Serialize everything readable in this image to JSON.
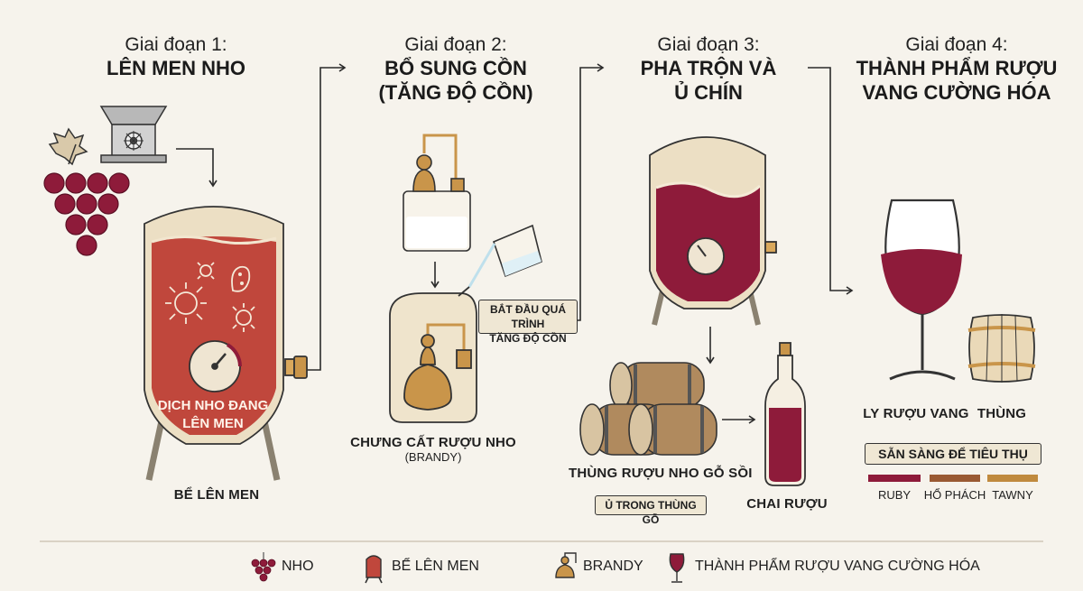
{
  "stages": [
    {
      "number": "Giai đoạn 1:",
      "title_lines": [
        "LÊN MEN NHO"
      ]
    },
    {
      "number": "Giai đoạn 2:",
      "title_lines": [
        "BỔ SUNG CỒN",
        "(TĂNG ĐỘ CỒN)"
      ]
    },
    {
      "number": "Giai đoạn 3:",
      "title_lines": [
        "PHA TRỘN VÀ",
        "Ủ CHÍN"
      ]
    },
    {
      "number": "Giai đoạn 4:",
      "title_lines": [
        "THÀNH PHẨM RƯỢU",
        "VANG CƯỜNG HÓA"
      ]
    }
  ],
  "labels": {
    "tank_inner_line1": "DỊCH NHO ĐANG",
    "tank_inner_line2": "LÊN MEN",
    "tank": "BỂ LÊN MEN",
    "distill_line1": "CHƯNG CẤT RƯỢU NHO",
    "distill_line2": "(BRANDY)",
    "fortify_badge_line1": "BẮT ĐẦU QUÁ TRÌNH",
    "fortify_badge_line2": "TĂNG ĐỘ CỒN",
    "barrels": "THÙNG RƯỢU NHO GỖ SỒI",
    "aging_badge": "Ủ TRONG THÙNG GỖ",
    "bottle": "CHAI RƯỢU",
    "glass": "LY RƯỢU VANG",
    "barrel_small": "THÙNG",
    "ready": "SẴN SÀNG ĐỂ TIÊU THỤ"
  },
  "styles": [
    {
      "name": "RUBY",
      "color": "#8e1b3a"
    },
    {
      "name": "HỔ PHÁCH",
      "color": "#9a5a33"
    },
    {
      "name": "TAWNY",
      "color": "#c08a3e"
    }
  ],
  "legend": [
    {
      "icon": "grape-icon",
      "label": "NHO"
    },
    {
      "icon": "tank-icon",
      "label": "BỂ LÊN MEN"
    },
    {
      "icon": "still-icon",
      "label": "BRANDY"
    },
    {
      "icon": "wine-glass-icon",
      "label": "THÀNH PHẨM RƯỢU VANG CƯỜNG HÓA"
    }
  ],
  "colors": {
    "background": "#f6f3ec",
    "wine": "#8e1b3a",
    "must": "#c0473c",
    "copper": "#c9954a",
    "cream": "#ece0c6",
    "wood": "#b08a5e"
  }
}
